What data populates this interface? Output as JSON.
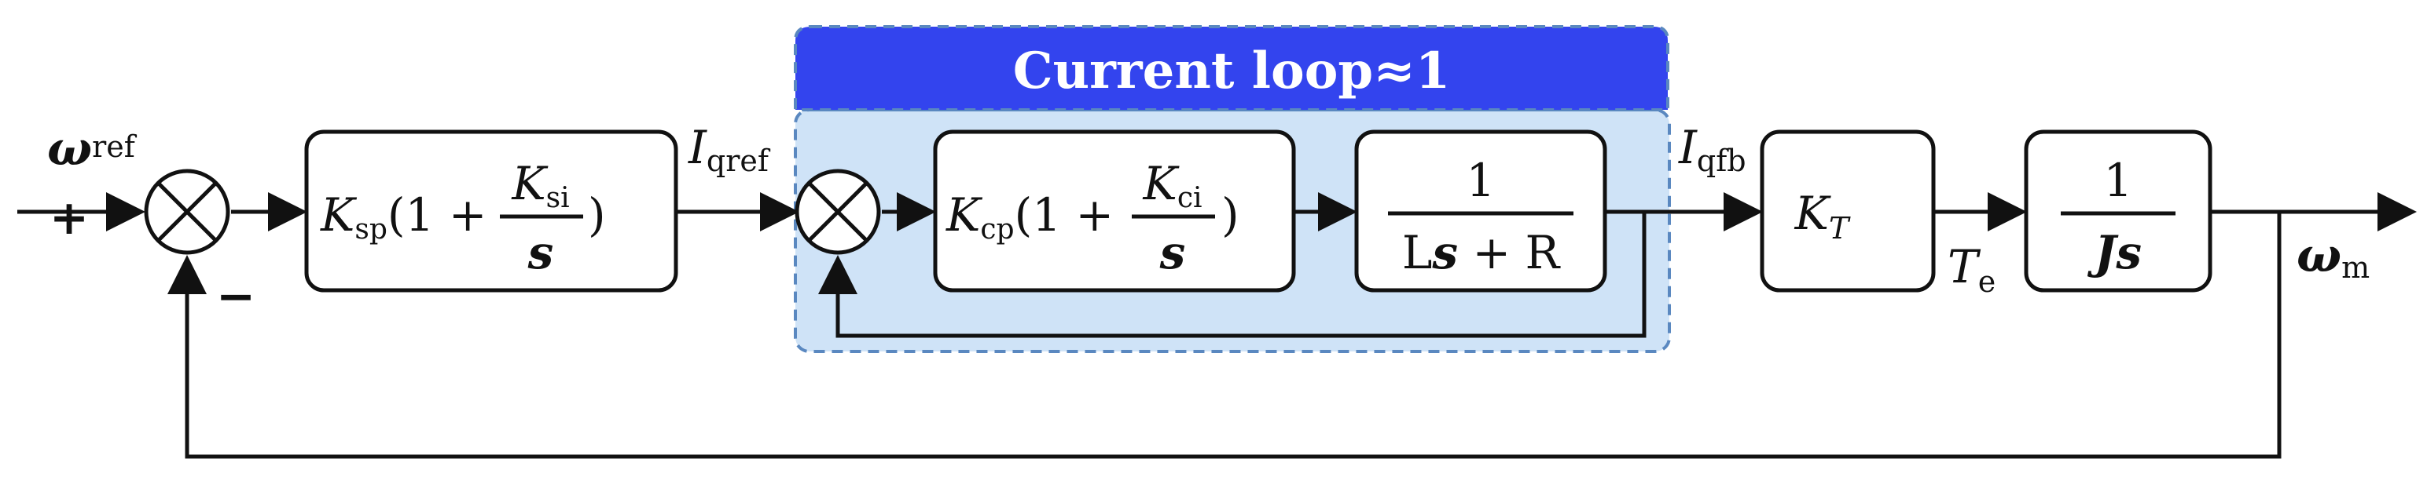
{
  "colors": {
    "banner": "#3344ee",
    "loop_fill": "#cfe3f7",
    "loop_border": "#5a88c0",
    "line": "#111111"
  },
  "current_loop": {
    "title": "Current loop≈1"
  },
  "signals": {
    "omega": "ω",
    "omega_ref_sub": "ref",
    "omega_m_sub": "m",
    "I": "I",
    "I_qref_sub": "qref",
    "I_qfb_sub": "qfb",
    "T": "T",
    "T_e_sub": "e",
    "plus": "+",
    "minus": "−"
  },
  "blocks": {
    "speed_pi": {
      "K": "K",
      "K_sub": "sp",
      "open": "(1 + ",
      "num_K": "K",
      "num_sub": "si",
      "den": "s",
      "close": ")"
    },
    "current_pi": {
      "K": "K",
      "K_sub": "cp",
      "open": "(1 + ",
      "num_K": "K",
      "num_sub": "ci",
      "den": "s",
      "close": ")"
    },
    "plant_electrical": {
      "num": "1",
      "den_L": "L",
      "den_s": "s",
      "den_rest": " + R"
    },
    "torque_const": {
      "K": "K",
      "sub": "T"
    },
    "mechanical": {
      "num": "1",
      "den_J": "J",
      "den_s": "s"
    }
  }
}
